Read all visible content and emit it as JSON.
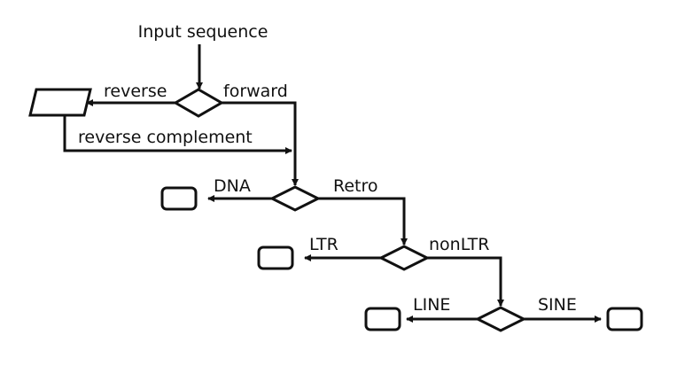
{
  "diagram": {
    "input_label": "Input sequence",
    "branch1": {
      "left_label": "reverse",
      "right_label": "forward",
      "return_label": "reverse complement"
    },
    "branch2": {
      "left_label": "DNA",
      "right_label": "Retro"
    },
    "branch3": {
      "left_label": "LTR",
      "right_label": "nonLTR"
    },
    "branch4": {
      "left_label": "LINE",
      "right_label": "SINE"
    }
  }
}
